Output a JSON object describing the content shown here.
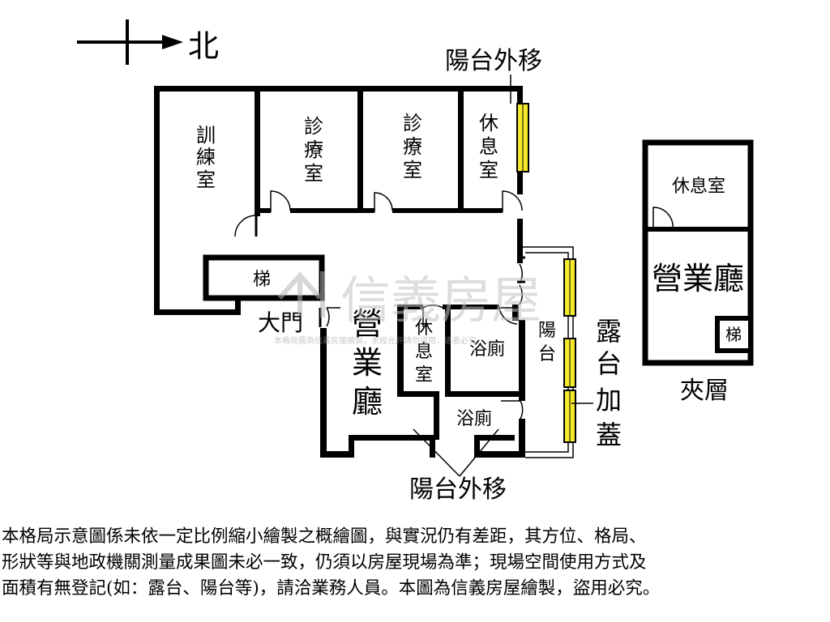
{
  "compass": {
    "label": "北"
  },
  "rooms": {
    "training": [
      "訓",
      "練",
      "室"
    ],
    "clinic1": [
      "診",
      "療",
      "室"
    ],
    "clinic2": [
      "診",
      "療",
      "室"
    ],
    "rest_top": [
      "休",
      "息",
      "室"
    ],
    "stairs": "梯",
    "entrance": "大門",
    "sales": [
      "營",
      "業",
      "廳"
    ],
    "rest_mid": [
      "休",
      "息",
      "室"
    ],
    "bath1": "浴廁",
    "bath2": "浴廁",
    "balcony": [
      "陽",
      "台"
    ]
  },
  "annotations": {
    "balcony_moved_top": "陽台外移",
    "balcony_moved_bottom": "陽台外移",
    "terrace_added": [
      "露",
      "台",
      "加",
      "蓋"
    ]
  },
  "mezzanine": {
    "rest": "休息室",
    "sales": "營業廳",
    "stairs": "梯",
    "label": "夾層"
  },
  "watermark": {
    "brand": "信義房屋",
    "subtext": "本格局圖為信義房屋繪製，未經允許請勿盜用，違者必究"
  },
  "disclaimer": [
    "本格局示意圖係未依一定比例縮小繪製之概繪圖，與實況仍有差距，其方位、格局、",
    "形狀等與地政機關測量成果圖未必一致，仍須以房屋現場為準；現場空間使用方式及",
    "面積有無登記(如：露台、陽台等)，請洽業務人員。本圖為信義房屋繪製，盜用必究。"
  ],
  "colors": {
    "wall": "#000000",
    "window": "#f4e92a",
    "watermark": "#c8c8c8"
  }
}
